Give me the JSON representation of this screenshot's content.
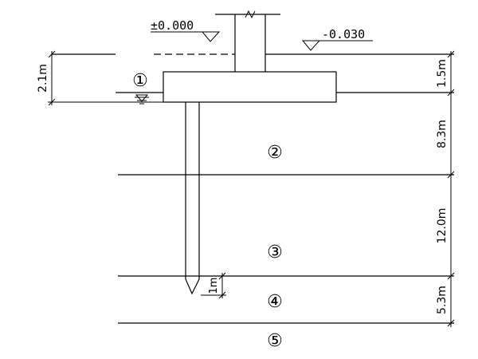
{
  "elevations": {
    "ground": "±0.000",
    "outside": "-0.030"
  },
  "layers": {
    "l1": "①",
    "l2": "②",
    "l3": "③",
    "l4": "④",
    "l5": "⑤"
  },
  "dims": {
    "left_depth": "2.1m",
    "d1": "1.5m",
    "d2": "8.3m",
    "d3": "12.0m",
    "d4": "5.3m",
    "pile_embed": "1m"
  }
}
